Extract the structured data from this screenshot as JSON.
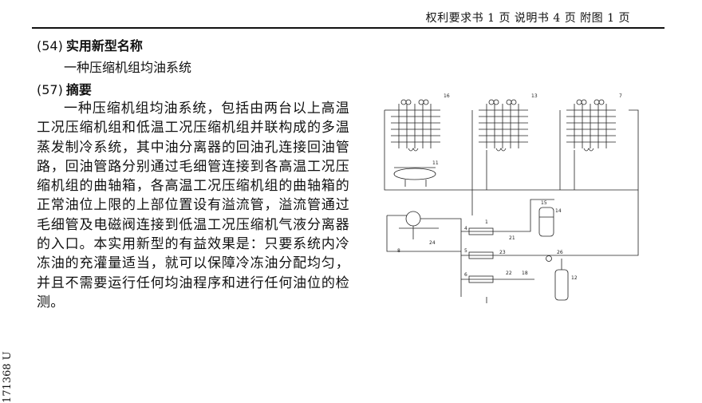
{
  "header": {
    "text": "权利要求书 1 页   说明书 4 页   附图 1 页"
  },
  "section54": {
    "number": "(54)",
    "title": "实用新型名称",
    "value": "一种压缩机组均油系统"
  },
  "section57": {
    "number": "(57)",
    "title": "摘要",
    "text": "一种压缩机组均油系统，包括由两台以上高温工况压缩机组和低温工况压缩机组并联构成的多温蒸发制冷系统，其中油分离器的回油孔连接回油管路，回油管路分别通过毛细管连接到各高温工况压缩机组的曲轴箱，各高温工况压缩机组的曲轴箱的正常油位上限的上部位置设有溢流管，溢流管通过毛细管及电磁阀连接到低温工况压缩机气液分离器的入口。本实用新型的有益效果是：只要系统内冷冻油的充灌量适当，就可以保障冷冻油分配均匀，并且不需要运行任何均油程序和进行任何油位的检测。"
  },
  "side_code": "171368 U",
  "figure": {
    "labels": [
      "16",
      "13",
      "7",
      "11",
      "15",
      "14",
      "8",
      "24",
      "4",
      "1",
      "5",
      "23",
      "21",
      "6",
      "22",
      "18",
      "26",
      "12"
    ]
  }
}
